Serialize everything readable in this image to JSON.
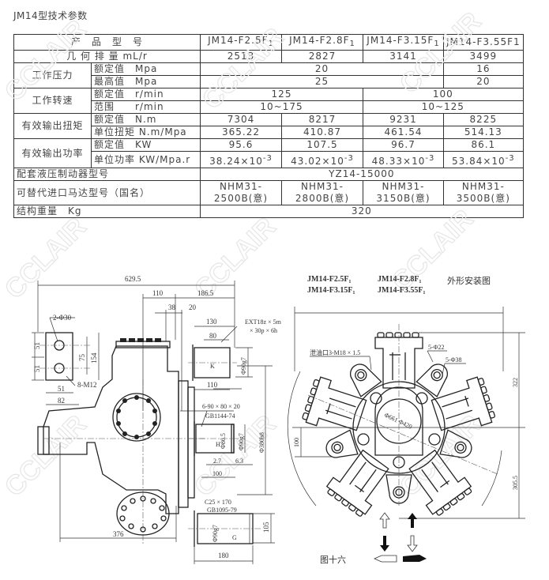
{
  "title": "JM14型技术参数",
  "table": {
    "header_label": "产　品　型　号",
    "models": [
      {
        "base": "JM14-F2.5F",
        "sub": "1"
      },
      {
        "base": "JM14-F2.8F",
        "sub": "1"
      },
      {
        "base": "JM14-F3.15F",
        "sub": "1"
      },
      {
        "base": "JM14-F3.55F1",
        "sub": ""
      }
    ],
    "displacement": {
      "label": "几 何 排 量 mL/r",
      "values": [
        "2513",
        "2827",
        "3141",
        "3499"
      ]
    },
    "pressure": {
      "label": "工作压力",
      "rated": {
        "label": "额定值　Mpa",
        "a": "20",
        "b": "16"
      },
      "max": {
        "label": "最高值　Mpa",
        "a": "25",
        "b": "20"
      }
    },
    "speed": {
      "label": "工作转速",
      "rated": {
        "label": "额定值　r/min",
        "a": "125",
        "b": "100"
      },
      "range": {
        "label": "范围　　r/min",
        "a": "10~175",
        "b": "10~125"
      }
    },
    "torque": {
      "label": "有效输出扭矩",
      "rated": {
        "label": "额定值　N.m",
        "values": [
          "7304",
          "8217",
          "9231",
          "8225"
        ]
      },
      "unit": {
        "label": "单位扭矩 N.m/Mpa",
        "values": [
          "365.22",
          "410.87",
          "461.54",
          "514.13"
        ]
      }
    },
    "power": {
      "label": "有效输出功率",
      "rated": {
        "label": "额定值　KW",
        "values": [
          "95.6",
          "107.5",
          "96.7",
          "86.1"
        ]
      },
      "unit": {
        "label": "单位功率 KW/Mpa.r",
        "values": [
          "38.24×10",
          "43.02×10",
          "48.33×10",
          "53.84×10"
        ],
        "exponent": "-3"
      }
    },
    "brake": {
      "label": "配套液压制动器型号",
      "value": "YZ14-15000"
    },
    "replacement": {
      "label": "可替代进口马达型号（国名）",
      "values": [
        [
          "NHM31-",
          "2500B(意)"
        ],
        [
          "NHM31-",
          "2800B(意)"
        ],
        [
          "NHM31-",
          "3150B(意)"
        ],
        [
          "NHM31-",
          "3500B(意)"
        ]
      ]
    },
    "weight": {
      "label": "结构重量　Kg",
      "value": "320"
    }
  },
  "drawing": {
    "models": [
      "JM14-F2.5F₁",
      "JM14-F2.8F₁",
      "JM14-F3.15F₁",
      "JM14-F3.55F₁"
    ],
    "heading": "外形安装图",
    "figure_label": "图十六",
    "left_view": {
      "overall": "629.5",
      "d110": "110",
      "d186": "186.5",
      "d38": "38",
      "d20": "20",
      "holes": "2-Φ30",
      "d130": "130",
      "d80": "80",
      "spline1": "EXT18z × 5m",
      "spline2": "× 30p × 6h",
      "d51a": "51",
      "d51b": "51",
      "d75": "75",
      "d154": "154",
      "bolts": "8-M12",
      "d51c": "51",
      "d82": "82",
      "shaft_k": "K",
      "phi90_k": "Φ90g7",
      "d110b": "110",
      "key1": "6-90 × 80 × 20",
      "key2": "GB1144-74",
      "shaft_h": "H",
      "phi86": "Φ86.5",
      "phi90_h": "Φ90g7",
      "phi380": "Φ380h8",
      "d2_7": "2.7",
      "d6_3": "6.3",
      "d100": "100",
      "d376": "376",
      "key3": "C25 × 170",
      "key4": "GB1095-79",
      "shaft_g": "G",
      "phi90_g": "Φ90g7",
      "d105": "105",
      "d180": "180"
    },
    "right_view": {
      "drain": "泄油口3-M18 × 1.5",
      "holes22": "5-Φ22",
      "holes38": "5-Φ38",
      "circles": "Φ661 Φ420",
      "d322": "322",
      "d305": "305.5",
      "d100": "100"
    }
  },
  "watermark": "CCLAIR"
}
